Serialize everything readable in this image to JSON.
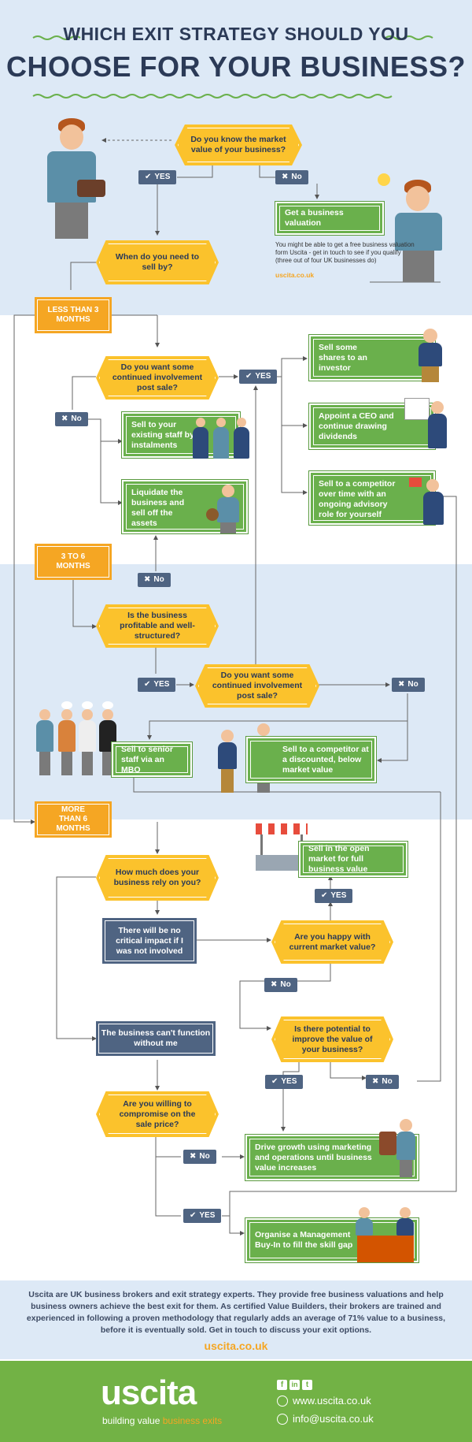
{
  "header": {
    "title_line1": "WHICH EXIT STRATEGY SHOULD YOU",
    "title_line2": "CHOOSE FOR YOUR BUSINESS?"
  },
  "top": {
    "q_market_value": "Do you know the market value of your business?",
    "yes": "YES",
    "no": "No",
    "get_valuation": "Get a business valuation",
    "valuation_note": "You might be able to get a free business valuation form Uscita - get in touch to see if you qualify (three out of four UK businesses do)",
    "valuation_link": "uscita.co.uk",
    "q_when_sell": "When do you need to sell by?"
  },
  "section1": {
    "label": "LESS THAN 3 MONTHS",
    "q_involvement": "Do you want some continued involvement post sale?",
    "yes": "YES",
    "no": "No",
    "opt_shares": "Sell some shares to an investor",
    "opt_ceo": "Appoint a CEO and continue drawing dividends",
    "opt_competitor": "Sell to a competitor over time with an ongoing advisory role for yourself",
    "opt_staff": "Sell to your existing staff by instalments",
    "opt_liquidate": "Liquidate the business and sell off the assets"
  },
  "section2": {
    "label": "3 TO 6 MONTHS",
    "no_top": "No",
    "q_profitable": "Is the business profitable and well-structured?",
    "yes": "YES",
    "q_involvement": "Do you want some continued involvement post sale?",
    "no": "No",
    "opt_mbo": "Sell to senior staff via an MBO",
    "opt_discount": "Sell to a competitor at a discounted, below market value"
  },
  "section3": {
    "label": "MORE THAN 6 MONTHS",
    "q_rely": "How much does your business rely on you?",
    "box_no_impact": "There will be no critical impact if I was not involved",
    "box_cant_function": "The business can't function without me",
    "q_happy": "Are you happy with current market value?",
    "yes_happy": "YES",
    "opt_open_market": "Sell in the open market for full business value",
    "no_happy": "No",
    "q_potential": "Is there potential to improve the value of your business?",
    "yes_potential": "YES",
    "no_potential": "No",
    "q_compromise": "Are you willing to compromise on the sale price?",
    "no_compromise": "No",
    "opt_drive_growth": "Drive growth using marketing and operations until business value increases",
    "yes_compromise": "YES",
    "opt_mbi": "Organise a Management Buy-In to fill the skill gap"
  },
  "footer": {
    "about": "Uscita are UK business brokers and exit strategy experts. They provide free business valuations and help business owners achieve the best exit for them. As certified Value Builders, their brokers are trained and experienced in following a proven methodology that regularly adds an average of 71% value to a business, before it is eventually sold. Get in touch to discuss your exit options.",
    "link": "uscita.co.uk",
    "brand": "uscita",
    "tagline_a": "building value",
    "tagline_b": "business exits",
    "social_f": "f",
    "social_in": "in",
    "social_tw": "t",
    "website": "www.uscita.co.uk",
    "email": "info@uscita.co.uk"
  },
  "colors": {
    "navy": "#2b3a57",
    "yellow": "#fbc22c",
    "green": "#6ab04c",
    "orange": "#f5a623",
    "slate": "#4f6482",
    "light_blue": "#dde9f6"
  }
}
